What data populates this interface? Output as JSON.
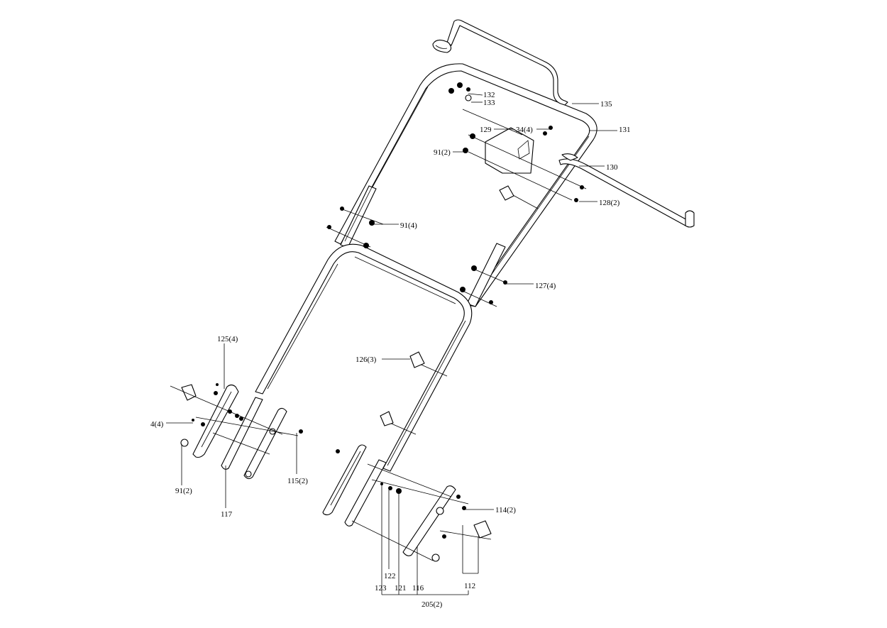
{
  "callouts": {
    "c135": "135",
    "c132": "132",
    "c133": "133",
    "c131": "131",
    "c129": "129",
    "c34": "34(4)",
    "c91a": "91(2)",
    "c130": "130",
    "c128": "128(2)",
    "c91b": "91(4)",
    "c127": "127(4)",
    "c125": "125(4)",
    "c126": "126(3)",
    "c4": "4(4)",
    "c91c": "91(2)",
    "c115": "115(2)",
    "c117": "117",
    "c114": "114(2)",
    "c122": "122",
    "c123": "123",
    "c121": "121",
    "c116": "116",
    "c112": "112",
    "c205": "205(2)"
  },
  "colors": {
    "line": "#000000",
    "background": "#ffffff"
  }
}
